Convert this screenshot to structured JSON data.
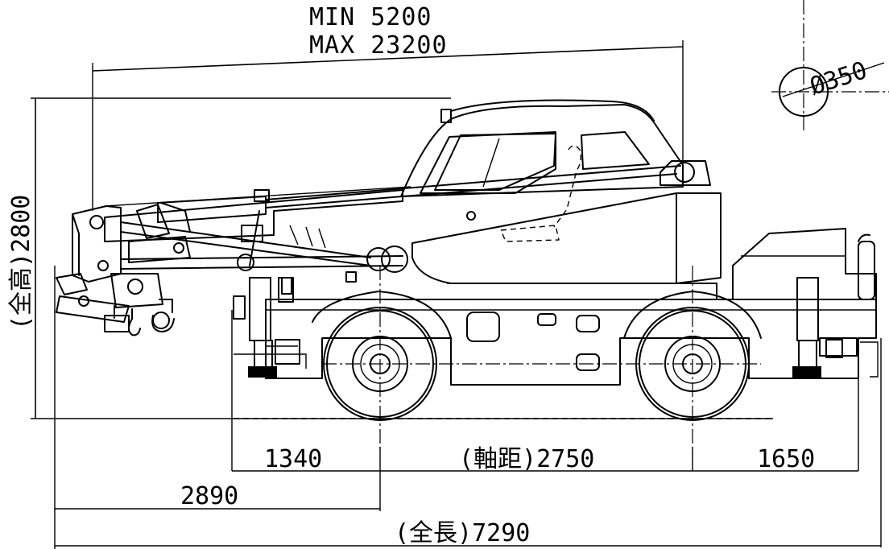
{
  "dimensions": {
    "boom_min": "MIN 5200",
    "boom_max": "MAX 23200",
    "overall_height": "(全高)2800",
    "front_overhang": "1340",
    "wheelbase": "(軸距)2750",
    "rear_overhang": "1650",
    "front_length": "2890",
    "overall_length": "(全長)7290",
    "sheave_diameter": "Ø350"
  },
  "colors": {
    "line": "#000000",
    "background": "#ffffff"
  }
}
